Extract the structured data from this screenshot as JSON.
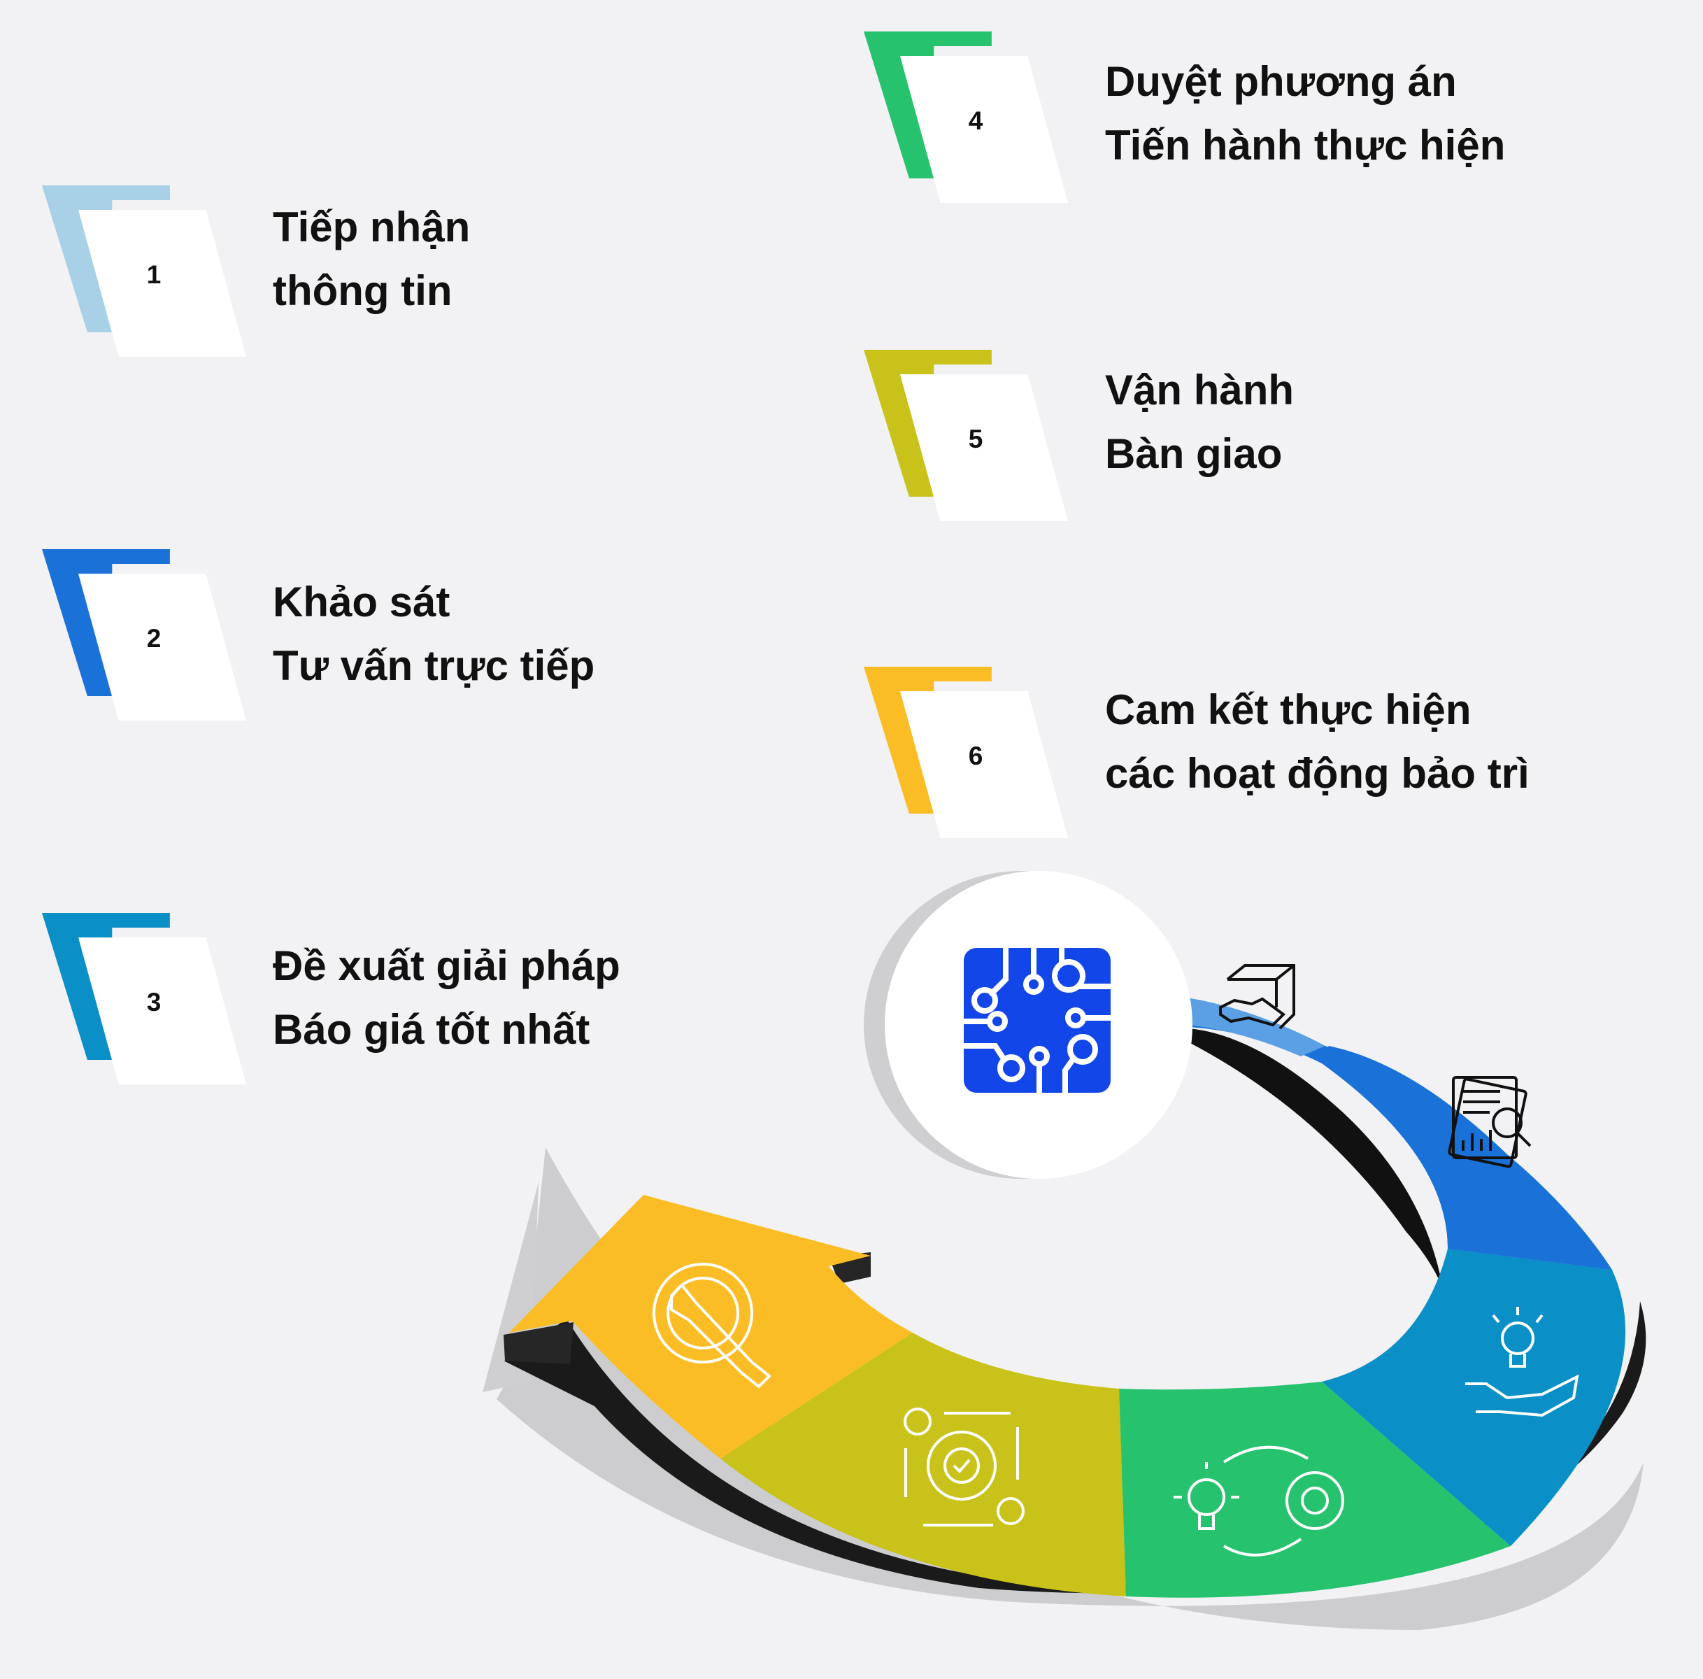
{
  "steps": [
    {
      "number": "1",
      "line1": "Tiếp nhận",
      "line2": "thông tin",
      "color": "#a8d1e8"
    },
    {
      "number": "2",
      "line1": "Khảo sát",
      "line2": "Tư vấn trực tiếp",
      "color": "#1a72d9"
    },
    {
      "number": "3",
      "line1": "Đề xuất giải pháp",
      "line2": "Báo giá tốt nhất",
      "color": "#0b8fc7"
    },
    {
      "number": "4",
      "line1": "Duyệt phương án",
      "line2": "Tiến hành thực hiện",
      "color": "#27c26d"
    },
    {
      "number": "5",
      "line1": "Vận hành",
      "line2": "Bàn giao",
      "color": "#c8c21b"
    },
    {
      "number": "6",
      "line1": "Cam kết thực hiện",
      "line2": "các hoạt động bảo trì",
      "color": "#fbbd25"
    }
  ],
  "ring_segments": [
    {
      "icon": "handshake-box-icon",
      "color": "#5b9fe4"
    },
    {
      "icon": "report-magnifier-icon",
      "color": "#1a72d9"
    },
    {
      "icon": "lightbulb-hand-icon",
      "color": "#0b8fc7"
    },
    {
      "icon": "idea-gear-cycle-icon",
      "color": "#27c26d"
    },
    {
      "icon": "gear-check-process-icon",
      "color": "#c8c21b"
    },
    {
      "icon": "wrench-gear-icon",
      "color": "#fbbd25"
    }
  ],
  "center_icon": {
    "icon": "circuit-board-icon",
    "color": "#1346e8"
  }
}
